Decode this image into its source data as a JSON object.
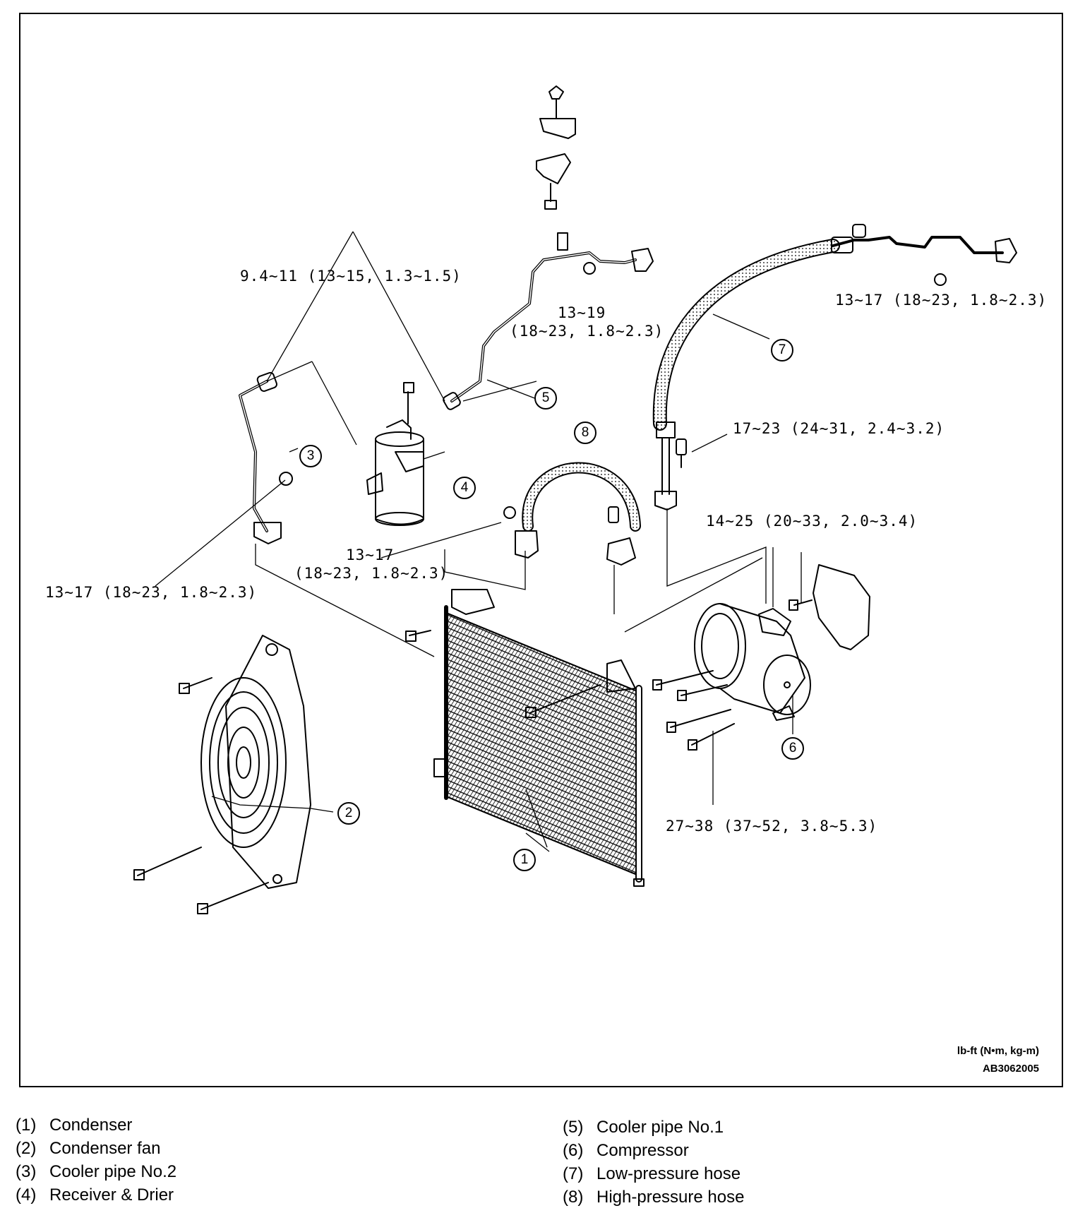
{
  "torque_labels": {
    "t_pipe1_ends": "9.4~11 (13~15, 1.3~1.5)",
    "t_pipe1_nut_a": "13~19",
    "t_pipe1_nut_b": "(18~23, 1.8~2.3)",
    "t_lowhose_end": "13~17 (18~23, 1.8~2.3)",
    "t_lowhose_bolt": "17~23 (24~31, 2.4~3.2)",
    "t_comp_bracket": "14~25 (20~33, 2.0~3.4)",
    "t_hphose_a": "13~17",
    "t_hphose_b": "(18~23, 1.8~2.3)",
    "t_pipe2_nut": "13~17 (18~23, 1.8~2.3)",
    "t_comp_bolts": "27~38 (37~52, 3.8~5.3)"
  },
  "callouts": {
    "c1": "1",
    "c2": "2",
    "c3": "3",
    "c4": "4",
    "c5": "5",
    "c6": "6",
    "c7": "7",
    "c8": "8"
  },
  "units": "lb-ft (N•m, kg-m)",
  "figure_code": "AB3062005",
  "legend": {
    "left": [
      {
        "num": "(1)",
        "name": "Condenser"
      },
      {
        "num": "(2)",
        "name": "Condenser fan"
      },
      {
        "num": "(3)",
        "name": "Cooler pipe No.2"
      },
      {
        "num": "(4)",
        "name": "Receiver & Drier"
      }
    ],
    "right": [
      {
        "num": "(5)",
        "name": "Cooler pipe No.1"
      },
      {
        "num": "(6)",
        "name": "Compressor"
      },
      {
        "num": "(7)",
        "name": "Low-pressure hose"
      },
      {
        "num": "(8)",
        "name": "High-pressure hose"
      }
    ]
  }
}
